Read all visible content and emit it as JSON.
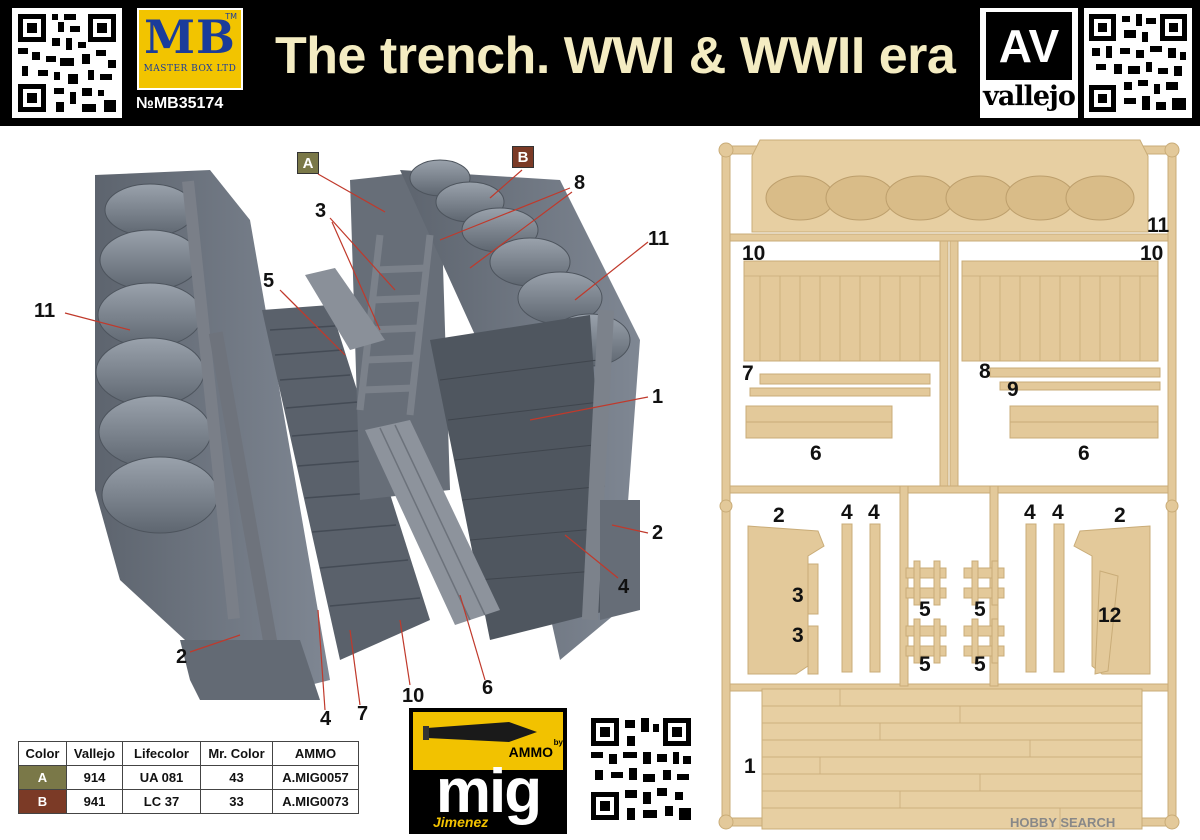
{
  "header": {
    "logo_mb_letters": "MB",
    "logo_mb_sub": "MASTER BOX LTD",
    "logo_mb_tm": "TM",
    "catalog_number": "№MB35174",
    "title": "The trench. WWI & WWII era",
    "logo_av_letters": "AV",
    "logo_av_word": "vallejo"
  },
  "photo_labels": {
    "tag_a": "A",
    "tag_b": "B",
    "n1": "1",
    "n2_right": "2",
    "n2_left": "2",
    "n3": "3",
    "n4_right": "4",
    "n4_bottom": "4",
    "n5": "5",
    "n6": "6",
    "n7": "7",
    "n8": "8",
    "n10": "10",
    "n11_left": "11",
    "n11_right": "11"
  },
  "color_table": {
    "headers": [
      "Color",
      "Vallejo",
      "Lifecolor",
      "Mr. Color",
      "AMMO"
    ],
    "rows": [
      {
        "color": "A",
        "vallejo": "914",
        "lifecolor": "UA 081",
        "mrcolor": "43",
        "ammo": "A.MIG0057"
      },
      {
        "color": "B",
        "vallejo": "941",
        "lifecolor": "LC 37",
        "mrcolor": "33",
        "ammo": "A.MIG0073"
      }
    ]
  },
  "ammo_logo": {
    "ammo": "AMMO",
    "by": "by",
    "mig": "mig",
    "jimenez": "Jimenez"
  },
  "sprue_labels": {
    "n11": "11",
    "n10_left": "10",
    "n10_right": "10",
    "n7": "7",
    "n8": "8",
    "n9": "9",
    "n6_left": "6",
    "n6_right": "6",
    "n2_left": "2",
    "n2_right": "2",
    "n4_a": "4",
    "n4_b": "4",
    "n4_c": "4",
    "n4_d": "4",
    "n3_a": "3",
    "n3_b": "3",
    "n5_a": "5",
    "n5_b": "5",
    "n5_c": "5",
    "n5_d": "5",
    "n12": "12",
    "n1": "1"
  },
  "watermark": "HOBBY SEARCH",
  "colors": {
    "header_bg": "#000000",
    "title": "#f4ecc2",
    "mb_yellow": "#f2c400",
    "mb_blue": "#1a3c9a",
    "plastic": "#e3c99a",
    "plastic_dark": "#c9ac78",
    "model_grey": "#6c7480",
    "swatch_a": "#7a7848",
    "swatch_b": "#7b3a26"
  }
}
